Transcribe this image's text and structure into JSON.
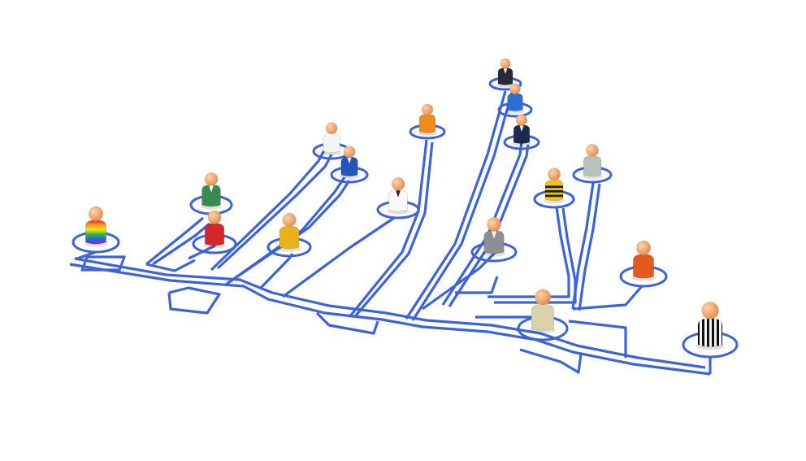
{
  "scene": {
    "background": "#ffffff",
    "line_color": "#3d63d8",
    "line_light": "#7ea0f0",
    "skin": "#f1a46a",
    "figures": [
      {
        "name": "figure-rainbow",
        "body": "rainbow"
      },
      {
        "name": "figure-green-tie",
        "body": "#3a8a4f"
      },
      {
        "name": "figure-red",
        "body": "#d4252a"
      },
      {
        "name": "figure-white-shirt",
        "body": "#f4f4f4"
      },
      {
        "name": "figure-blue-white",
        "body": "#2456b8"
      },
      {
        "name": "figure-yellow",
        "body": "#e8b21a"
      },
      {
        "name": "figure-orange",
        "body": "#f08a1c"
      },
      {
        "name": "figure-white-suit",
        "body": "#fafafa"
      },
      {
        "name": "figure-dark-suit",
        "body": "#262a33"
      },
      {
        "name": "figure-blue",
        "body": "#2d6fd0"
      },
      {
        "name": "figure-navy",
        "body": "#1c2b4d"
      },
      {
        "name": "figure-grey",
        "body": "#8d8f93"
      },
      {
        "name": "figure-bee",
        "body": "#f0c419"
      },
      {
        "name": "figure-sage",
        "body": "#b6c1bb"
      },
      {
        "name": "figure-pattern",
        "body": "#e35a20"
      },
      {
        "name": "figure-khaki",
        "body": "#d8d3ad"
      },
      {
        "name": "figure-striped",
        "body": "#222222"
      }
    ]
  }
}
